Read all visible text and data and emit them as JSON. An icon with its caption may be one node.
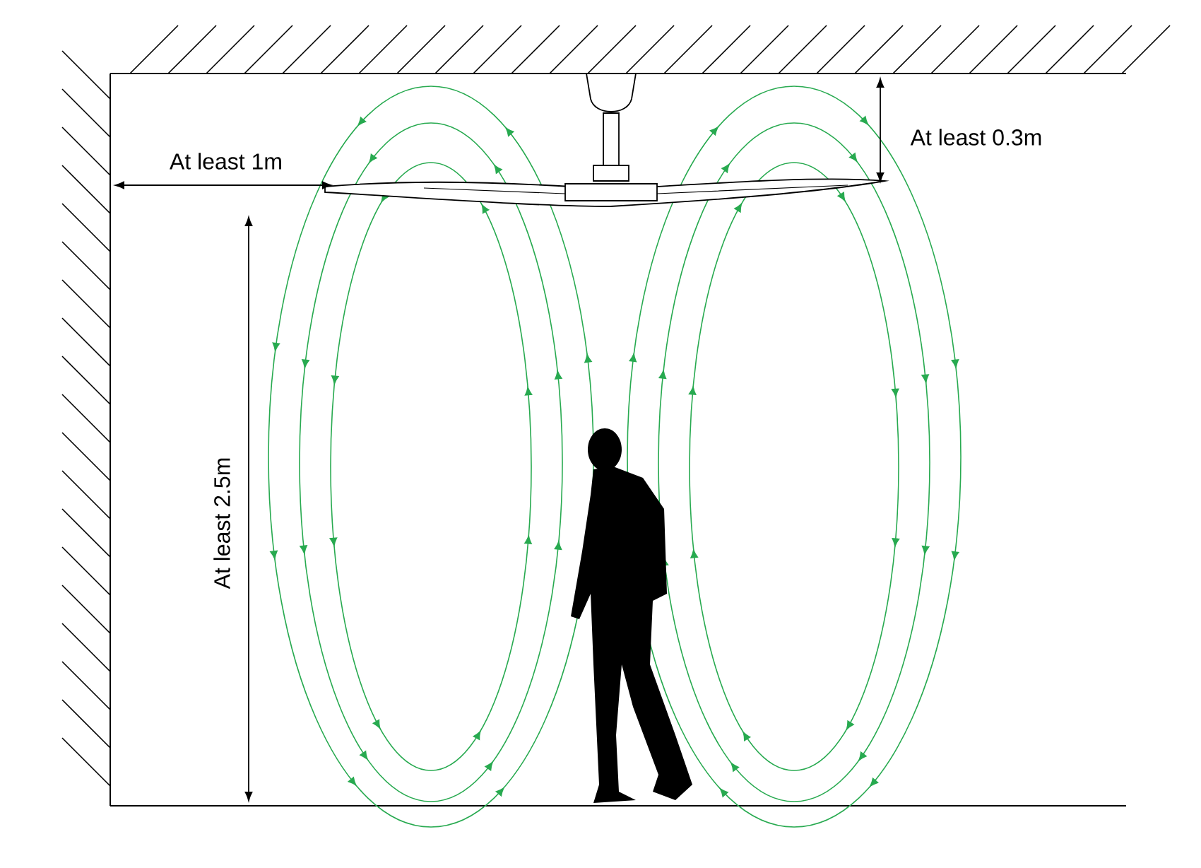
{
  "diagram": {
    "labels": [
      "At least 1m",
      "At least 0.3m",
      "At least 2.5m"
    ]
  }
}
